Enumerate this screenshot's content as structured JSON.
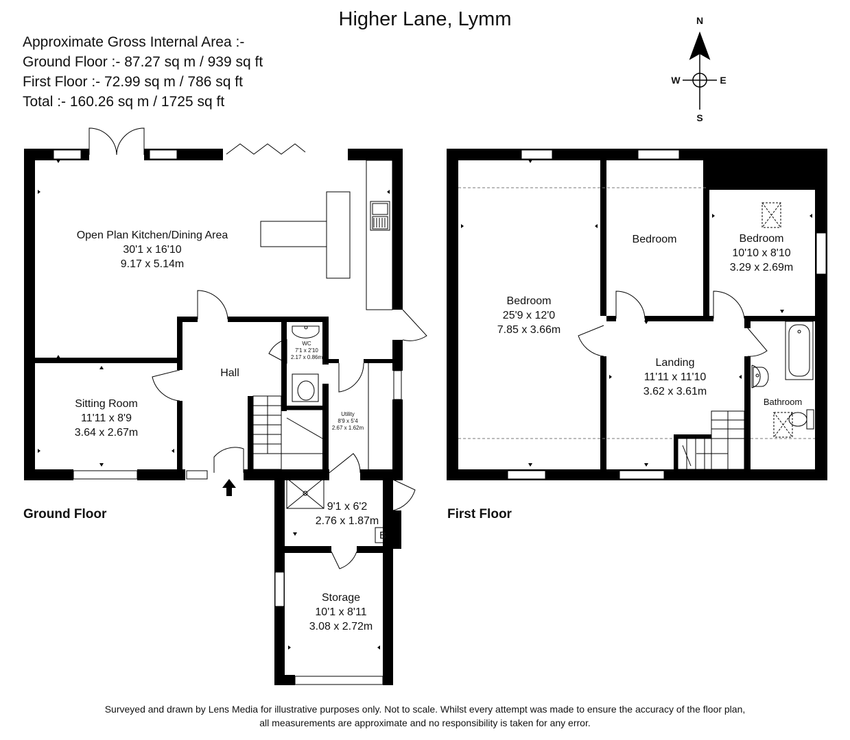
{
  "title": "Higher Lane, Lymm",
  "area_summary": {
    "heading": "Approximate Gross Internal Area :-",
    "ground_floor": "Ground Floor :- 87.27 sq m / 939 sq ft",
    "first_floor": "First Floor :- 72.99 sq m / 786 sq ft",
    "total": "Total :- 160.26 sq m / 1725 sq ft"
  },
  "compass": {
    "n": "N",
    "s": "S",
    "e": "E",
    "w": "W"
  },
  "floors": {
    "ground": {
      "label": "Ground Floor",
      "rooms": {
        "kitchen": {
          "name": "Open Plan Kitchen/Dining Area",
          "imperial": "30'1 x 16'10",
          "metric": "9.17 x 5.14m"
        },
        "sitting": {
          "name": "Sitting Room",
          "imperial": "11'11 x 8'9",
          "metric": "3.64 x 2.67m"
        },
        "hall": {
          "name": "Hall"
        },
        "wc": {
          "name": "WC",
          "imperial": "7'1 x 2'10",
          "metric": "2.17 x 0.86m"
        },
        "utility": {
          "name": "Utility",
          "imperial": "8'9 x 5'4",
          "metric": "2.67 x 1.62m"
        },
        "shower": {
          "imperial": "9'1 x 6'2",
          "metric": "2.76 x 1.87m",
          "boiler": "B"
        },
        "storage": {
          "name": "Storage",
          "imperial": "10'1 x 8'11",
          "metric": "3.08 x 2.72m"
        }
      }
    },
    "first": {
      "label": "First Floor",
      "rooms": {
        "bed1": {
          "name": "Bedroom",
          "imperial": "25'9 x 12'0",
          "metric": "7.85 x 3.66m"
        },
        "bed2": {
          "name": "Bedroom"
        },
        "bed3": {
          "name": "Bedroom",
          "imperial": "10'10 x 8'10",
          "metric": "3.29 x 2.69m"
        },
        "landing": {
          "name": "Landing",
          "imperial": "11'11 x 11'10",
          "metric": "3.62 x 3.61m"
        },
        "bathroom": {
          "name": "Bathroom"
        }
      }
    }
  },
  "disclaimer": {
    "line1": "Surveyed and drawn by Lens Media for illustrative purposes only. Not to scale. Whilst every attempt was made to ensure the accuracy of the floor plan,",
    "line2": "all measurements are approximate and no responsibility is taken for any error."
  }
}
